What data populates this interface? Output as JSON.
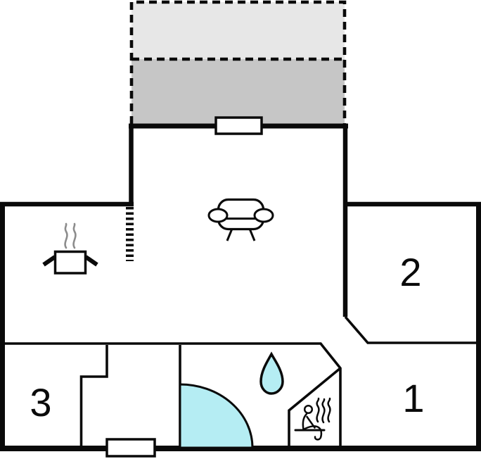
{
  "plan": {
    "type": "holiday-home-floor-plan",
    "colors": {
      "wall": "#0a0a0a",
      "terrace_upper": "#e7e7e7",
      "terrace_lower": "#c6c6c6",
      "water": "#b5edf3",
      "steam_gray": "#8c8c8c",
      "floor": "#ffffff"
    },
    "rooms": {
      "room1": {
        "label": "1"
      },
      "room2": {
        "label": "2"
      },
      "room3": {
        "label": "3"
      }
    },
    "icons": {
      "sofa": "sofa-icon",
      "cooking_pot": "cooking-pot-icon",
      "pot_steam": "steam-icon",
      "water_drop": "water-drop-icon",
      "shower": "shower-quarter-circle-icon",
      "sauna": "sauna-person-icon"
    }
  }
}
